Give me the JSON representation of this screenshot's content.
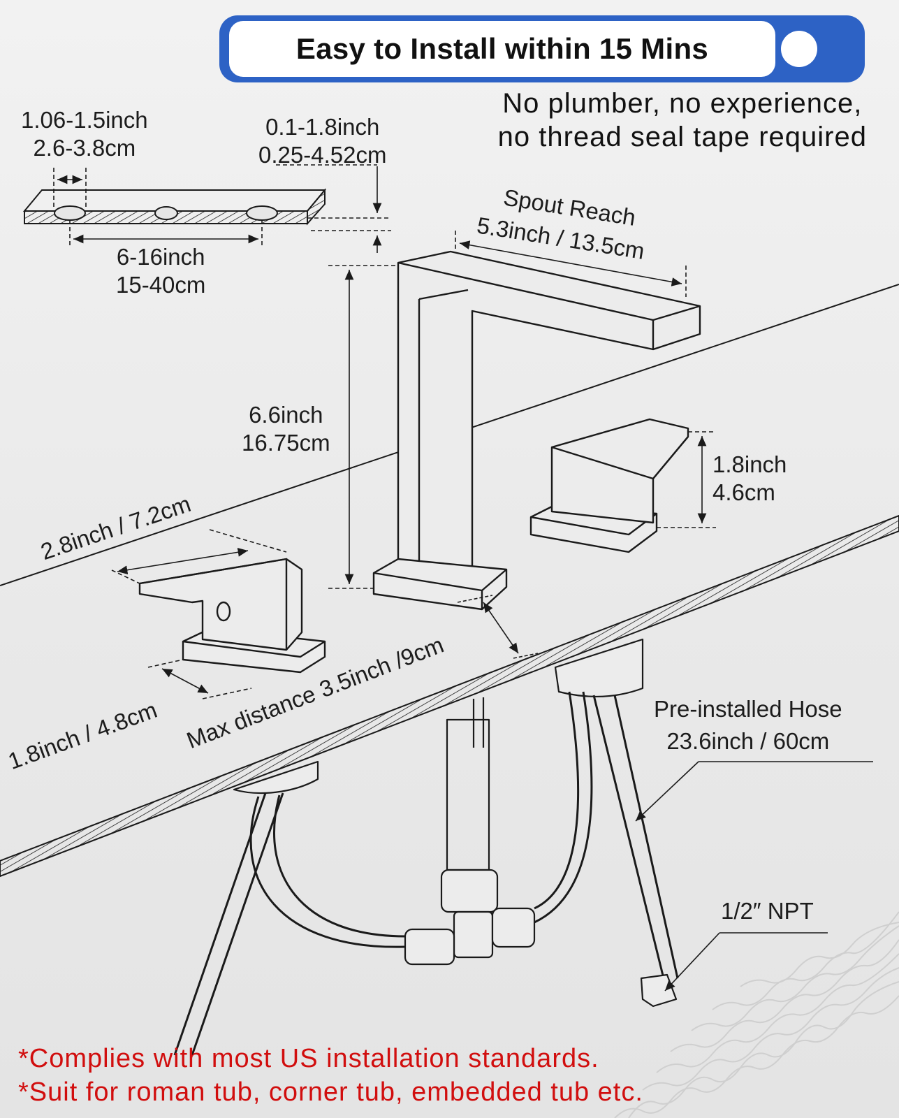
{
  "banner": {
    "title": "Easy to Install within 15 Mins",
    "accent_color": "#2d62c5"
  },
  "subtitle": {
    "line1": "No plumber, no experience,",
    "line2": "no thread seal tape required"
  },
  "dimensions": {
    "hole_diameter": {
      "inch": "1.06-1.5inch",
      "cm": "2.6-3.8cm"
    },
    "deck_thickness": {
      "inch": "0.1-1.8inch",
      "cm": "0.25-4.52cm"
    },
    "hole_spacing": {
      "inch": "6-16inch",
      "cm": "15-40cm"
    },
    "spout_reach": {
      "title": "Spout Reach",
      "value": "5.3inch / 13.5cm"
    },
    "spout_height": {
      "inch": "6.6inch",
      "cm": "16.75cm"
    },
    "handle_height": {
      "inch": "1.8inch",
      "cm": "4.6cm"
    },
    "handle_length": "2.8inch / 7.2cm",
    "base_width": "1.8inch / 4.8cm",
    "max_distance": "Max distance 3.5inch /9cm",
    "hose": {
      "title": "Pre-installed Hose",
      "value": "23.6inch / 60cm"
    },
    "connector": "1/2″ NPT"
  },
  "notes": [
    "*Complies with most US installation standards.",
    "*Suit for roman tub, corner tub, embedded tub etc."
  ],
  "colors": {
    "note_text": "#d10e0e",
    "line_art": "#1a1a1a"
  }
}
